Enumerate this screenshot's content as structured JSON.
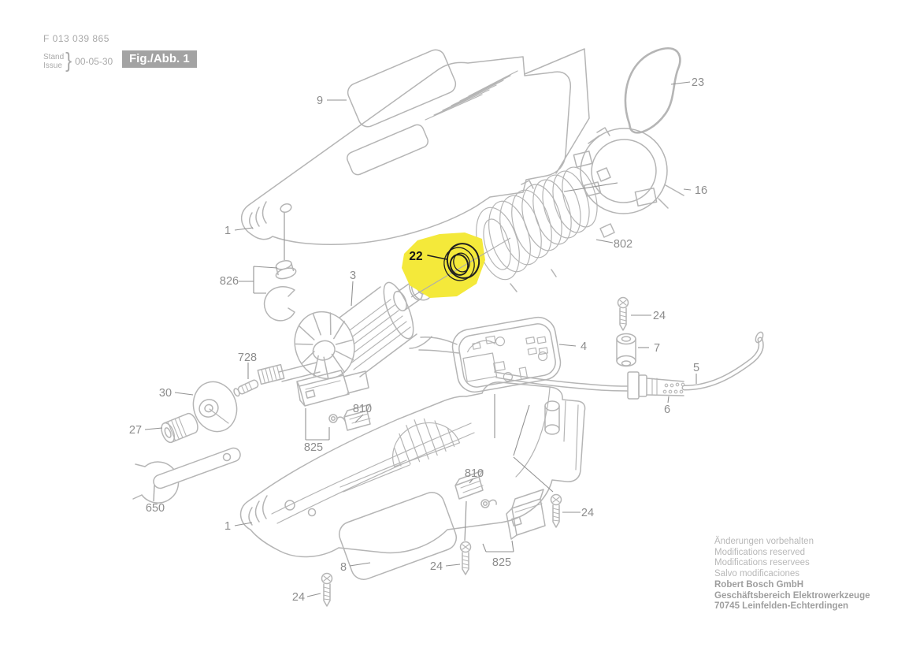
{
  "header": {
    "doc_number": "F 013 039 865",
    "stand": "Stand",
    "issue": "Issue",
    "brace": "}",
    "date": "00-05-30",
    "fig_badge": "Fig./Abb. 1"
  },
  "figure": {
    "type": "exploded-parts-diagram",
    "highlighted_part": "22",
    "highlight_color": "#f4e93a",
    "line_color": "#b5b5b5",
    "label_color": "#8d8d8d"
  },
  "part_labels": [
    {
      "text": "9"
    },
    {
      "text": "23"
    },
    {
      "text": "1"
    },
    {
      "text": "826"
    },
    {
      "text": "3"
    },
    {
      "text": "22"
    },
    {
      "text": "802"
    },
    {
      "text": "16"
    },
    {
      "text": "728"
    },
    {
      "text": "24"
    },
    {
      "text": "7"
    },
    {
      "text": "30"
    },
    {
      "text": "4"
    },
    {
      "text": "5"
    },
    {
      "text": "6"
    },
    {
      "text": "27"
    },
    {
      "text": "810"
    },
    {
      "text": "825"
    },
    {
      "text": "650"
    },
    {
      "text": "1"
    },
    {
      "text": "810"
    },
    {
      "text": "8"
    },
    {
      "text": "24"
    },
    {
      "text": "24"
    },
    {
      "text": "825"
    },
    {
      "text": "24"
    }
  ],
  "footer": {
    "lines": [
      "Änderungen vorbehalten",
      "Modifications reserved",
      "Modifications reservees",
      "Salvo modificaciones"
    ],
    "bold_lines": [
      "Robert Bosch GmbH",
      "Geschäftsbereich Elektrowerkzeuge",
      "70745 Leinfelden-Echterdingen"
    ]
  }
}
